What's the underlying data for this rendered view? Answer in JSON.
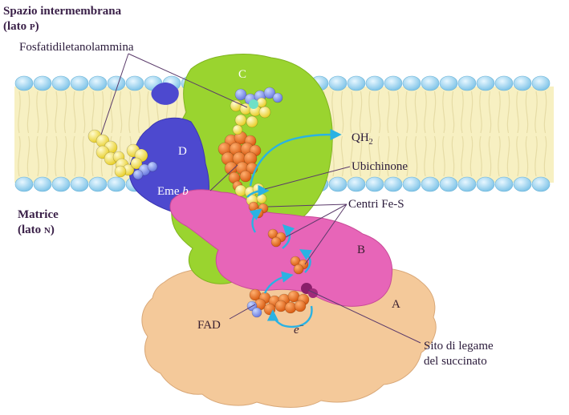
{
  "header_top": {
    "line1": "Spazio intermembrana",
    "line2_prefix": "(lato ",
    "line2_side": "P",
    "line2_suffix": ")"
  },
  "header_bottom": {
    "line1": "Matrice",
    "line2_prefix": "(lato ",
    "line2_side": "N",
    "line2_suffix": ")"
  },
  "labels": {
    "phospholipid": "Fosfatidiletanolammina",
    "qh2_main": "QH",
    "qh2_sub": "2",
    "ubiquinone": "Ubichinone",
    "fes": "Centri Fe-S",
    "heme_prefix": "Eme ",
    "heme_italic": "b",
    "fad": "FAD",
    "electron": "e",
    "electron_sup": "−",
    "site_line1": "Sito di legame",
    "site_line2": "del succinato"
  },
  "subunits": {
    "a": "A",
    "b": "B",
    "c": "C",
    "d": "D"
  },
  "colors": {
    "membrane_head": "#a9d8f0",
    "lipid_tail": "#f7f0c2",
    "subunit_a": "#f4c99a",
    "subunit_b": "#e765b8",
    "subunit_c": "#9ad42f",
    "subunit_d": "#4d49cf",
    "heme": "#e86a1f",
    "cofactor_yellow": "#f2e24a",
    "arrow": "#2ab2e3"
  }
}
